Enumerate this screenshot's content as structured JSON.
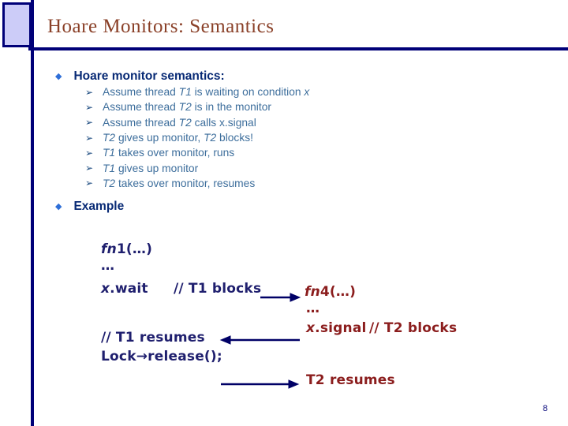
{
  "slide": {
    "title": "Hoare Monitors: Semantics",
    "page_number": "8"
  },
  "palette": {
    "frame_navy": "#000078",
    "corner_square_fill": "#ccccf8",
    "title_brown": "#8a4028",
    "bullet_diamond_blue": "#2f6fd8",
    "bullet_label_navy": "#082a75",
    "sub_bullet_arrow_navy": "#15457c",
    "sub_bullet_text_blue": "#3d6e9c",
    "code_navy": "#1f1f6e",
    "code_maroon": "#8b1d1d"
  },
  "icons": {
    "bullet_diamond": "◆",
    "sub_bullet_arrow": "➢"
  },
  "bullets": {
    "semantics_label": "Hoare monitor semantics:",
    "semantics_items": [
      [
        {
          "t": "Assume thread "
        },
        {
          "t": "T1",
          "i": 1
        },
        {
          "t": " is waiting on condition "
        },
        {
          "t": "x",
          "i": 1
        }
      ],
      [
        {
          "t": "Assume thread "
        },
        {
          "t": "T2",
          "i": 1
        },
        {
          "t": " is in the monitor"
        }
      ],
      [
        {
          "t": "Assume thread "
        },
        {
          "t": "T2",
          "i": 1
        },
        {
          "t": " calls x.signal"
        }
      ],
      [
        {
          "t": "T2",
          "i": 1
        },
        {
          "t": " gives up monitor, "
        },
        {
          "t": "T2",
          "i": 1
        },
        {
          "t": " blocks!"
        }
      ],
      [
        {
          "t": "T1",
          "i": 1
        },
        {
          "t": " takes over monitor, runs"
        }
      ],
      [
        {
          "t": "T1",
          "i": 1
        },
        {
          "t": " gives up monitor"
        }
      ],
      [
        {
          "t": "T2",
          "i": 1
        },
        {
          "t": " takes over monitor, resumes"
        }
      ]
    ],
    "example_label": "Example"
  },
  "example": {
    "fn1": [
      {
        "t": "fn",
        "i": 1
      },
      {
        "t": "1(…)"
      }
    ],
    "dots_left": "…",
    "x_wait": [
      {
        "t": "x",
        "i": 1
      },
      {
        "t": ".wait"
      }
    ],
    "t1_blocks_comment": "// T1 blocks",
    "t1_resumes_comment": "// T1 resumes",
    "lock_release": "Lock→release();",
    "fn4": [
      {
        "t": "fn",
        "i": 1
      },
      {
        "t": "4(…)"
      }
    ],
    "dots_right": "…",
    "x_signal": [
      {
        "t": "x",
        "i": 1
      },
      {
        "t": ".signal"
      }
    ],
    "t2_blocks_comment": "// T2 blocks",
    "t2_resumes": "T2 resumes"
  }
}
